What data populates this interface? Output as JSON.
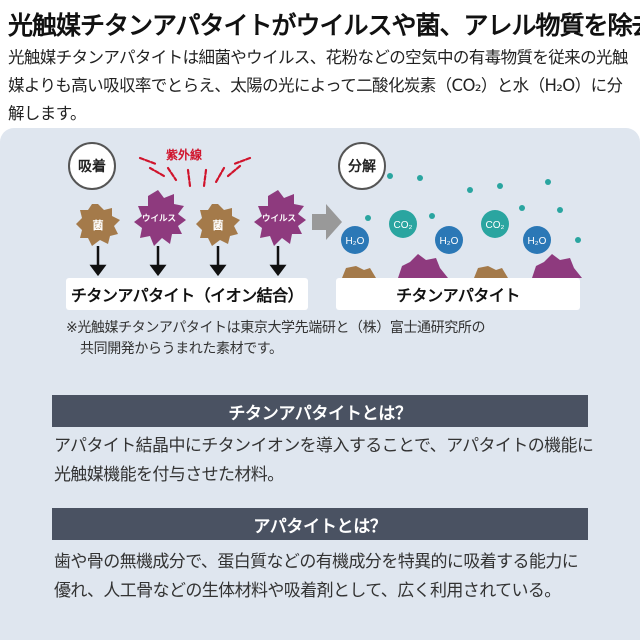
{
  "header": {
    "title": "光触媒チタンアパタイトがウイルスや菌、アレル物質を除去",
    "intro": "光触媒チタンアパタイトは細菌やウイルス、花粉などの空気中の有毒物質を従来の光触媒よりも高い吸収率でとらえ、太陽の光によって二酸化炭素（CO₂）と水（H₂O）に分解します。"
  },
  "diagram": {
    "adsorb_label": "吸着",
    "decompose_label": "分解",
    "uv_label": "紫外線",
    "germ_label": "菌",
    "virus_label": "ウイルス",
    "h2o_label": "H₂O",
    "co2_label": "CO₂",
    "left_base_label": "チタンアパタイト（イオン結合）",
    "right_base_label": "チタンアパタイト",
    "colors": {
      "germ": "#a47a4a",
      "virus": "#8e3a7e",
      "h2o": "#2b78b6",
      "co2": "#2aa5a0",
      "uv": "#d0142c",
      "arrow": "#999999"
    }
  },
  "note": {
    "line1": "※光触媒チタンアパタイトは東京大学先端研と（株）富士通研究所の",
    "line2": "共同開発からうまれた素材です。"
  },
  "section1": {
    "heading": "チタンアパタイトとは？",
    "body": "アパタイト結晶中にチタンイオンを導入することで、アパタイトの機能に光触媒機能を付与させた材料。"
  },
  "section2": {
    "heading": "アパタイトとは？",
    "body": "歯や骨の無機成分で、蛋白質などの有機成分を特異的に吸着する能力に優れ、人工骨などの生体材料や吸着剤として、広く利用されている。"
  }
}
